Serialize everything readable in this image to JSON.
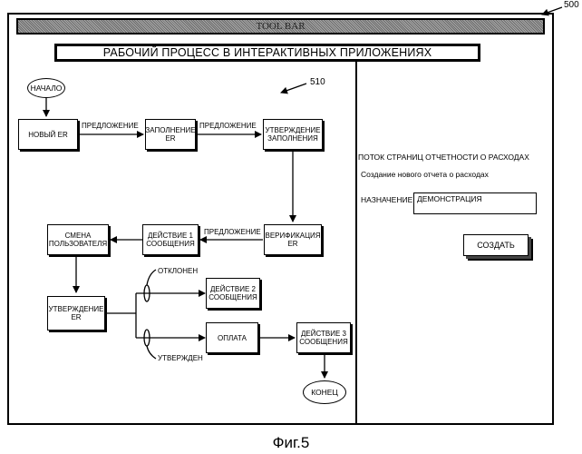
{
  "figure": {
    "ref_window": "500",
    "ref_flow": "510",
    "caption": "Фиг.5"
  },
  "toolbar": {
    "label": "TOOL BAR"
  },
  "title": "РАБОЧИЙ ПРОЦЕСС В ИНТЕРАКТИВНЫХ ПРИЛОЖЕНИЯХ",
  "flow": {
    "start": "НАЧАЛО",
    "end": "КОНЕЦ",
    "new_er": "НОВЫЙ ER",
    "fill_er": "ЗАПОЛНЕНИЕ ER",
    "approve_fill": "УТВЕРЖДЕНИЕ ЗАПОЛНЕНИЯ",
    "verify_er": "ВЕРИФИКАЦИЯ ER",
    "msg_action1": "ДЕЙСТВИЕ 1 СООБЩЕНИЯ",
    "change_user": "СМЕНА ПОЛЬЗОВАТЕЛЯ",
    "approve_er": "УТВЕРЖДЕНИЕ ER",
    "msg_action2": "ДЕЙСТВИЕ 2 СООБЩЕНИЯ",
    "payment": "ОПЛАТА",
    "msg_action3": "ДЕЙСТВИЕ 3 СООБЩЕНИЯ",
    "edge_propose": "ПРЕДЛОЖЕНИЕ",
    "edge_rejected": "ОТКЛОНЕН",
    "edge_approved": "УТВЕРЖДЕН"
  },
  "panel": {
    "stream": "ПОТОК СТРАНИЦ ОТЧЕТНОСТИ О РАСХОДАХ",
    "subtitle": "Создание нового отчета о расходах",
    "purpose_label": "НАЗНАЧЕНИЕ",
    "purpose_value": "ДЕМОНСТРАЦИЯ",
    "create_button": "СОЗДАТЬ"
  }
}
